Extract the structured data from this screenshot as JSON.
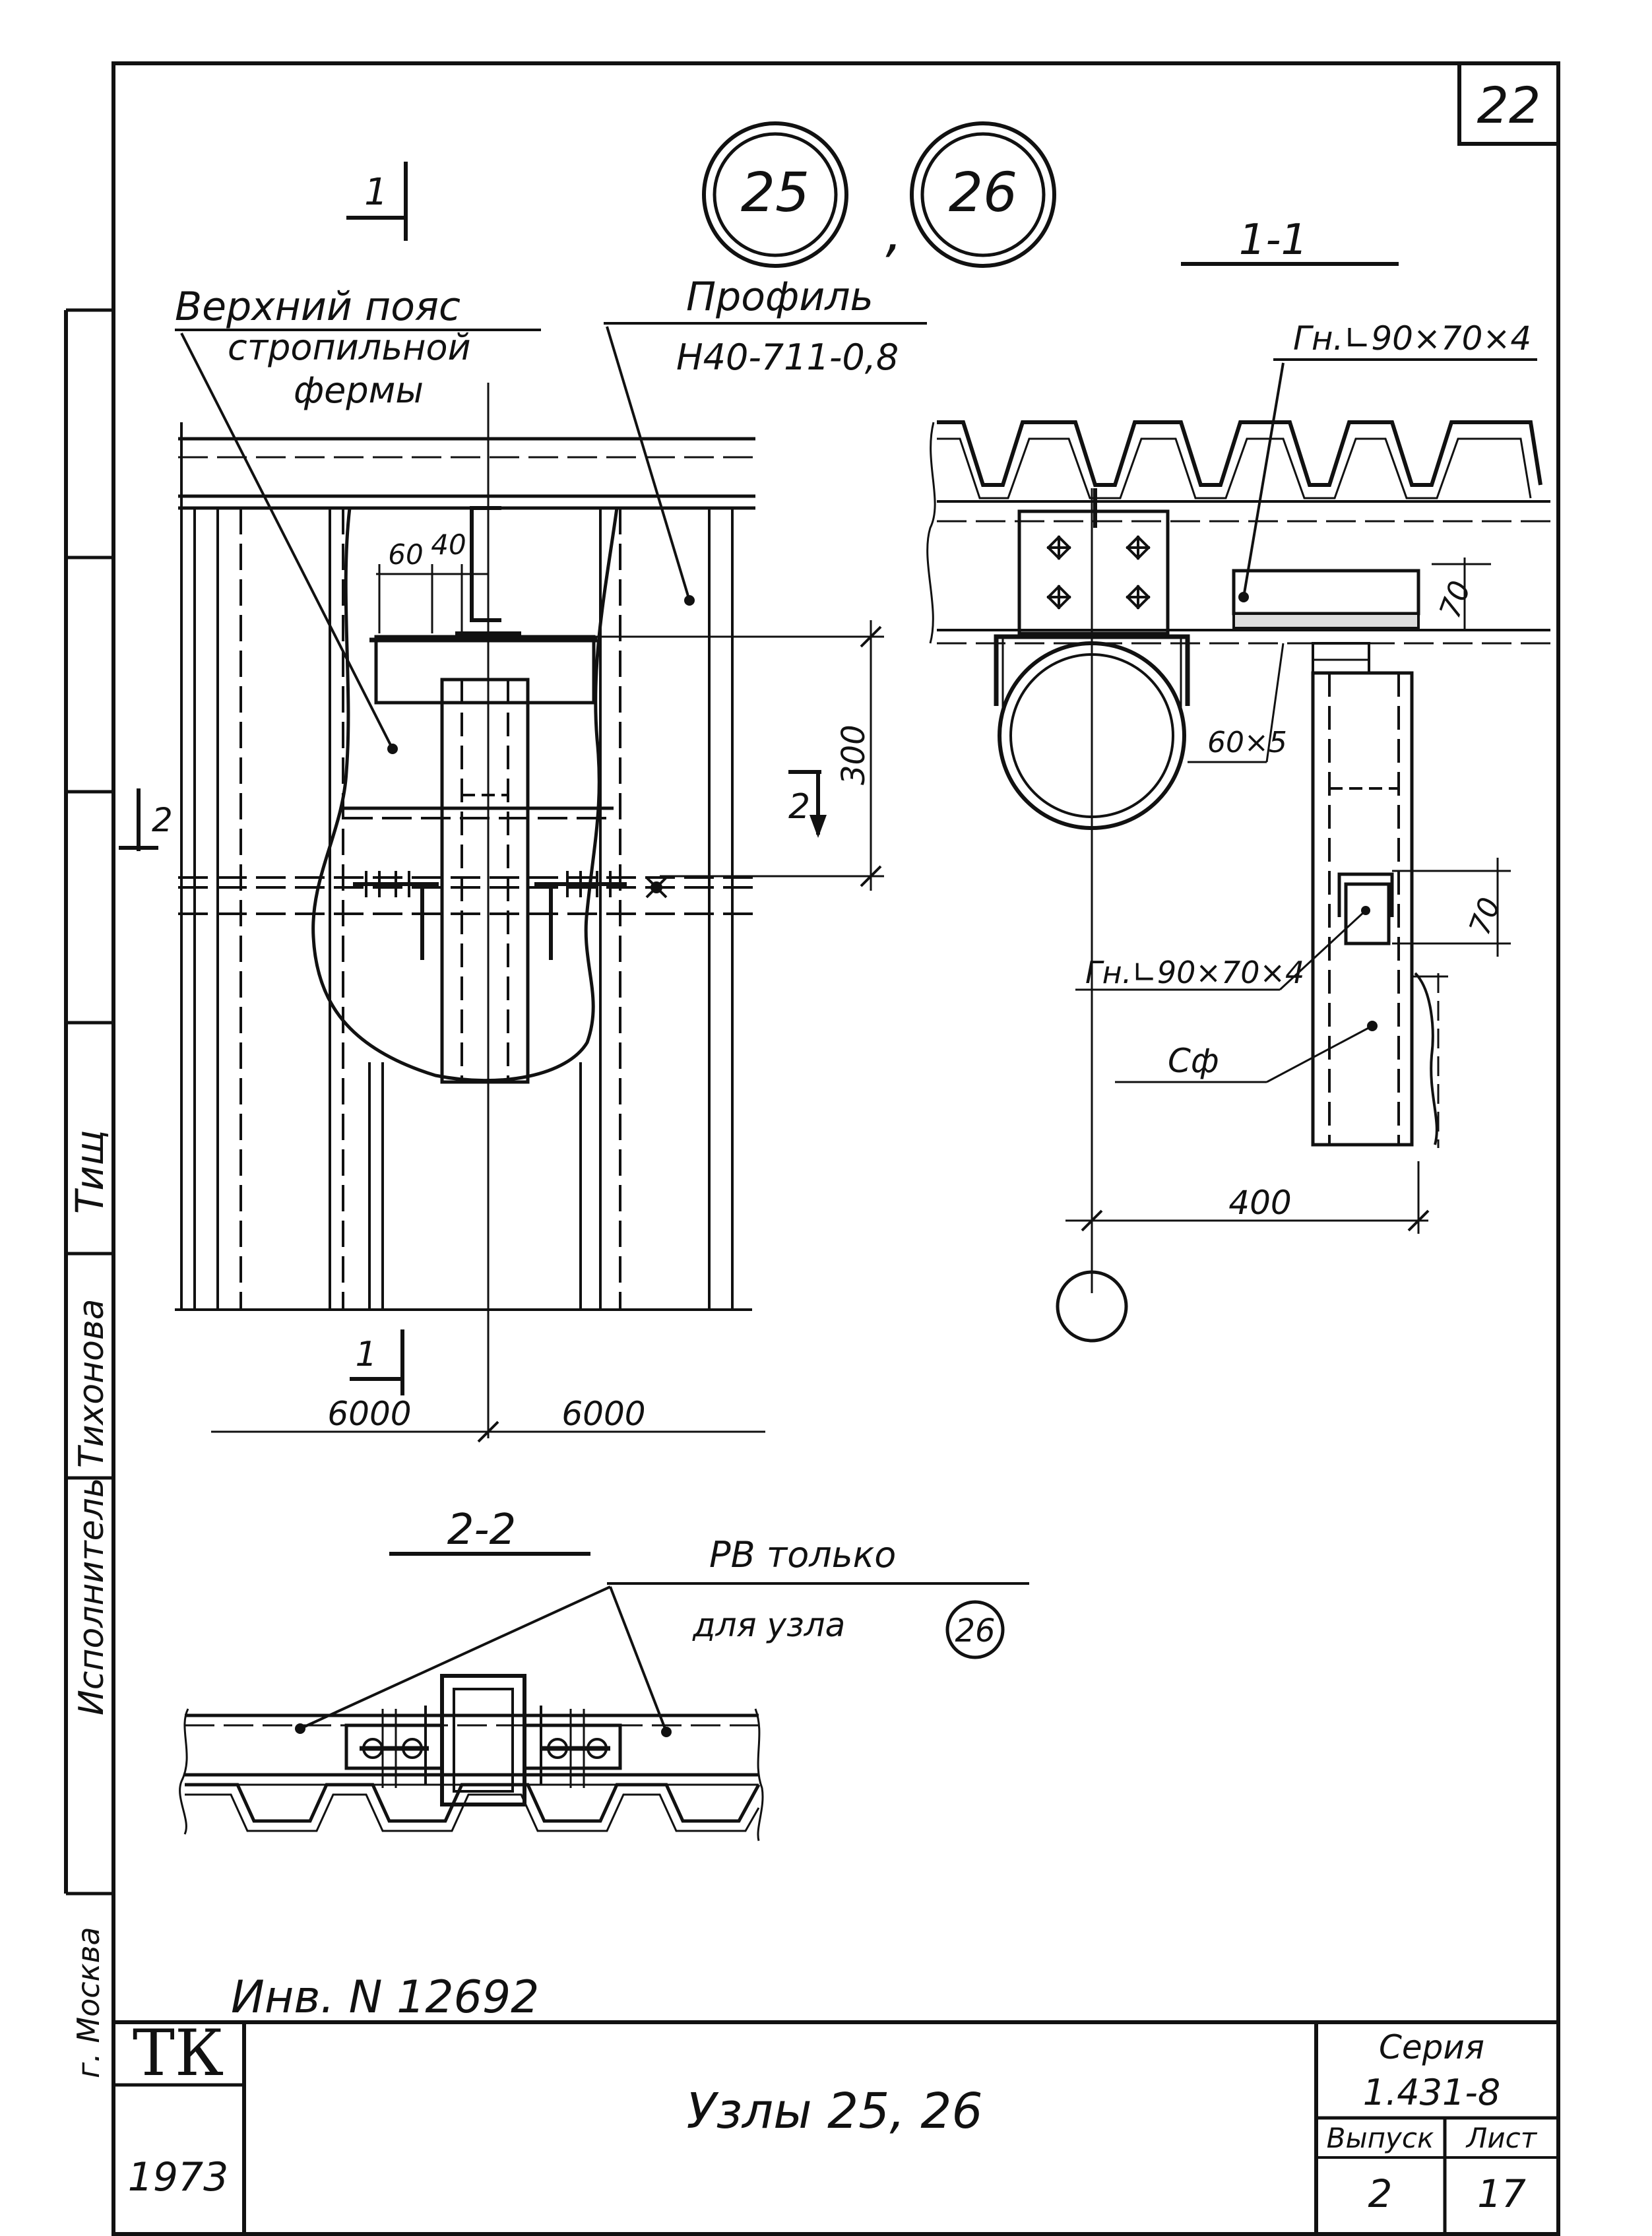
{
  "sheet": {
    "sheet_corner_number": "22",
    "node_circles": [
      "25",
      "26"
    ],
    "comma": ",",
    "ink_color": "#111111",
    "paper_color": "#ffffff"
  },
  "plan_view": {
    "section_marker_top": "1",
    "section_marker_bottom": "1",
    "section_marker_side": "2",
    "label_top_chord_line1": "Верхний пояс",
    "label_top_chord_line2": "стропильной",
    "label_top_chord_line3": "фермы",
    "label_profile_line1": "Профиль",
    "label_profile_line2": "Н40-711-0,8",
    "dim_60": "60",
    "dim_40": "40",
    "dim_300": "300",
    "section_2_marker": "2",
    "dim_span_left": "6000",
    "dim_span_right": "6000"
  },
  "section_1_1": {
    "title": "1-1",
    "angle_label_top": "Гн.∟90×70×4",
    "angle_label_mid": "Гн.∟90×70×4",
    "dim_70_top": "70",
    "dim_70_mid": "70",
    "plate_label": "60×5",
    "column_label": "Сф",
    "dim_400": "400"
  },
  "section_2_2": {
    "title": "2-2",
    "note_line1": "РВ только",
    "note_line2": "для узла",
    "note_circle": "26"
  },
  "side_strip": {
    "executor_label": "Исполнитель",
    "executor_name": "Тихонова",
    "signature": "Тищ",
    "city": "г. Москва"
  },
  "title_block": {
    "inventory": "Инв. N 12692",
    "org_logo": "ТК",
    "year": "1973",
    "title": "Узлы 25, 26",
    "series_label": "Серия",
    "series_value": "1.431-8",
    "issue_label": "Выпуск",
    "sheet_label": "Лист",
    "issue_value": "2",
    "sheet_value": "17"
  }
}
